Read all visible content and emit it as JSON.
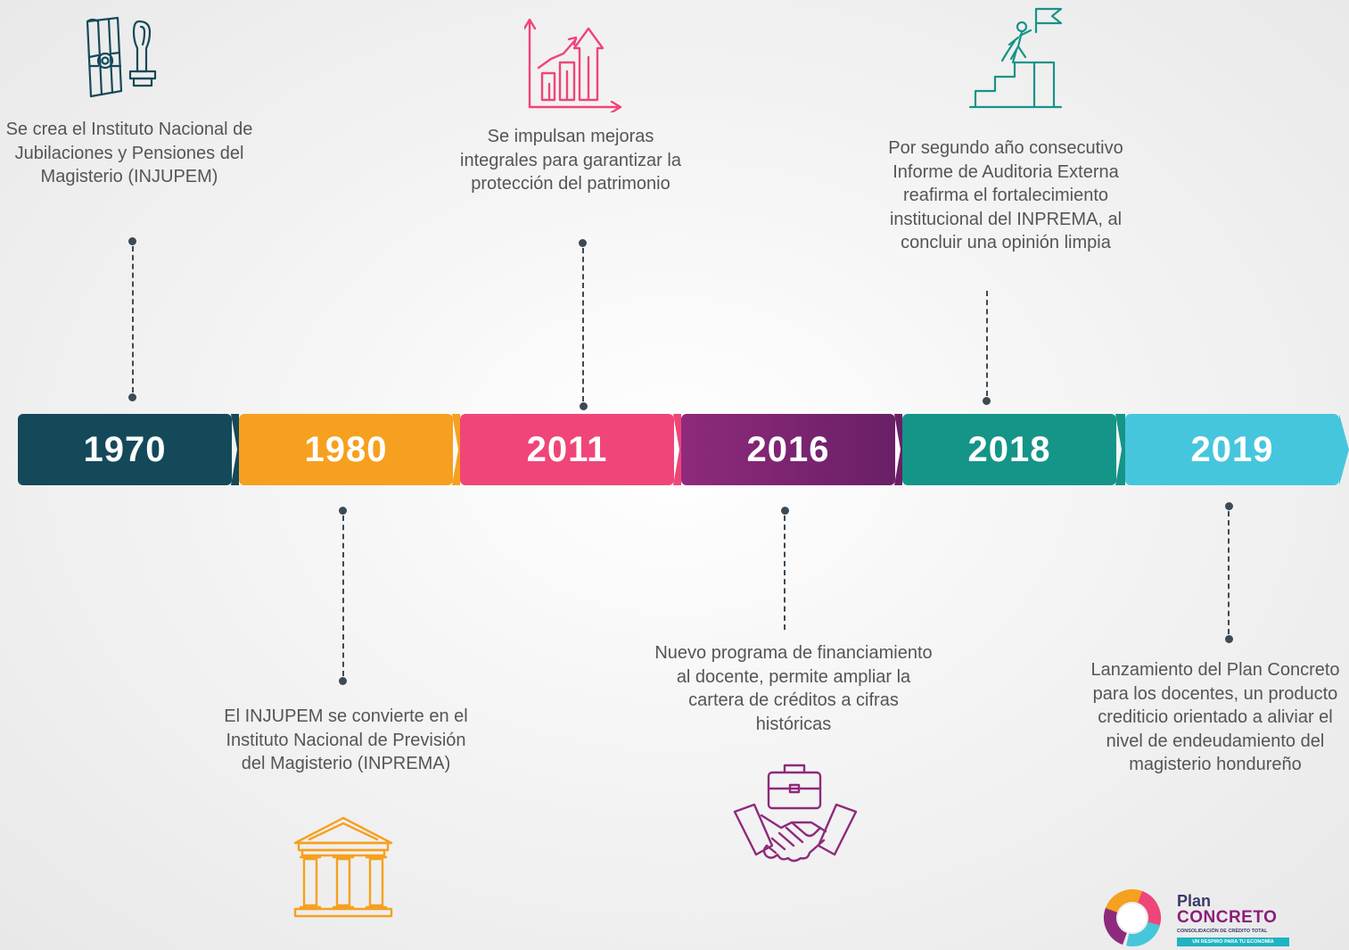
{
  "colors": {
    "y1970": "#14495a",
    "y1980": "#f6a01f",
    "y2011": "#ef4578",
    "y2016": "#7e2470",
    "y2018": "#159488",
    "y2019": "#46c6dc",
    "connector": "#3c4a55"
  },
  "timeline": [
    {
      "year": "1970",
      "description": "Se crea el Instituto Nacional de Jubilaciones y Pensiones del Magisterio (INJUPEM)",
      "icon": "document-stamp-icon"
    },
    {
      "year": "1980",
      "description": "El INJUPEM se convierte en el Instituto Nacional de Previsión del Magisterio (INPREMA)",
      "icon": "government-building-icon"
    },
    {
      "year": "2011",
      "description": "Se impulsan mejoras integrales para garantizar la protección del patrimonio",
      "icon": "growth-chart-icon"
    },
    {
      "year": "2016",
      "description": "Nuevo programa de financiamiento al docente, permite ampliar la cartera de créditos a cifras históricas",
      "icon": "handshake-briefcase-icon"
    },
    {
      "year": "2018",
      "description": "Por segundo año consecutivo Informe de Auditoria Externa reafirma el fortalecimiento institucional del INPREMA, al concluir una opinión limpia",
      "icon": "summit-flag-icon"
    },
    {
      "year": "2019",
      "description": "Lanzamiento del Plan Concreto para los docentes, un producto crediticio orientado a aliviar el nivel de endeudamiento del magisterio hondureño",
      "icon": "plan-concreto-logo"
    }
  ],
  "logo": {
    "line1": "Plan",
    "line2": "CONCRETO",
    "subtitle": "CONSOLIDACIÓN DE CRÉDITO TOTAL",
    "tagline": "UN RESPIRO PARA TU ECONOMÍA"
  }
}
